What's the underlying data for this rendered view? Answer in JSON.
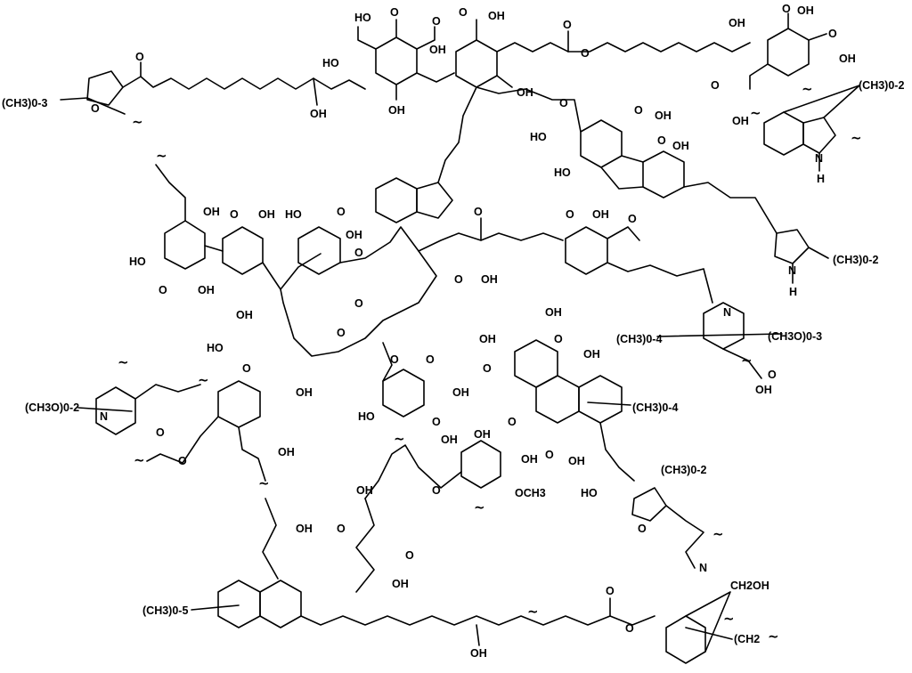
{
  "groups": {
    "hydroxyl": "OH",
    "carboxyl": "HO",
    "carboxyl_acid": "OH",
    "ketone_o": "O",
    "ether_o": "O",
    "nitrogen": "N",
    "hydrogen": "H",
    "nitrile": "N",
    "methoxy": "OCH3",
    "methylol": "CH2OH",
    "methylene": "(CH2",
    "wavy": "~"
  },
  "substituents": {
    "ch3_0_3": "(CH3)0-3",
    "ch3_0_2": "(CH3)0-2",
    "ch3_0_4": "(CH3)0-4",
    "ch3o_0_3": "(CH3O)0-3",
    "ch3o_0_2": "(CH3O)0-2",
    "ch3_0_5": "(CH3)0-5"
  }
}
